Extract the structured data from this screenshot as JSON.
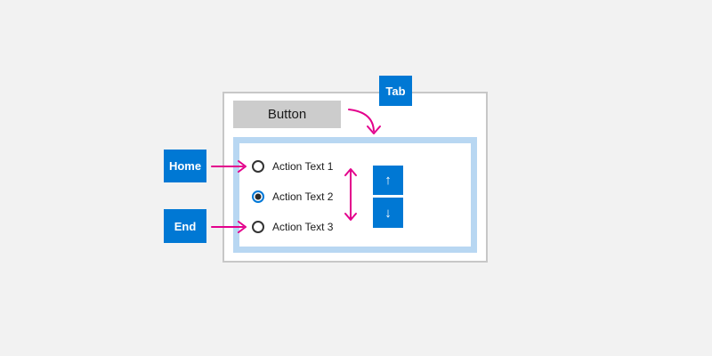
{
  "colors": {
    "background": "#f2f2f2",
    "accent_blue": "#0078d4",
    "selected_radio_blue": "#0078d7",
    "panel_border_blue": "#b8d7f2",
    "button_gray": "#cccccc",
    "box_border_gray": "#c7c7c7",
    "arrow_magenta": "#e3008c",
    "text_dark": "#1b1b1b"
  },
  "key_badges": {
    "tab": "Tab",
    "home": "Home",
    "end": "End"
  },
  "demo": {
    "button_label": "Button",
    "radio_group": {
      "items": [
        {
          "label": "Action Text 1",
          "selected": false
        },
        {
          "label": "Action Text 2",
          "selected": true
        },
        {
          "label": "Action Text 3",
          "selected": false
        }
      ]
    },
    "spinner": {
      "up_icon": "↑",
      "down_icon": "↓"
    }
  }
}
